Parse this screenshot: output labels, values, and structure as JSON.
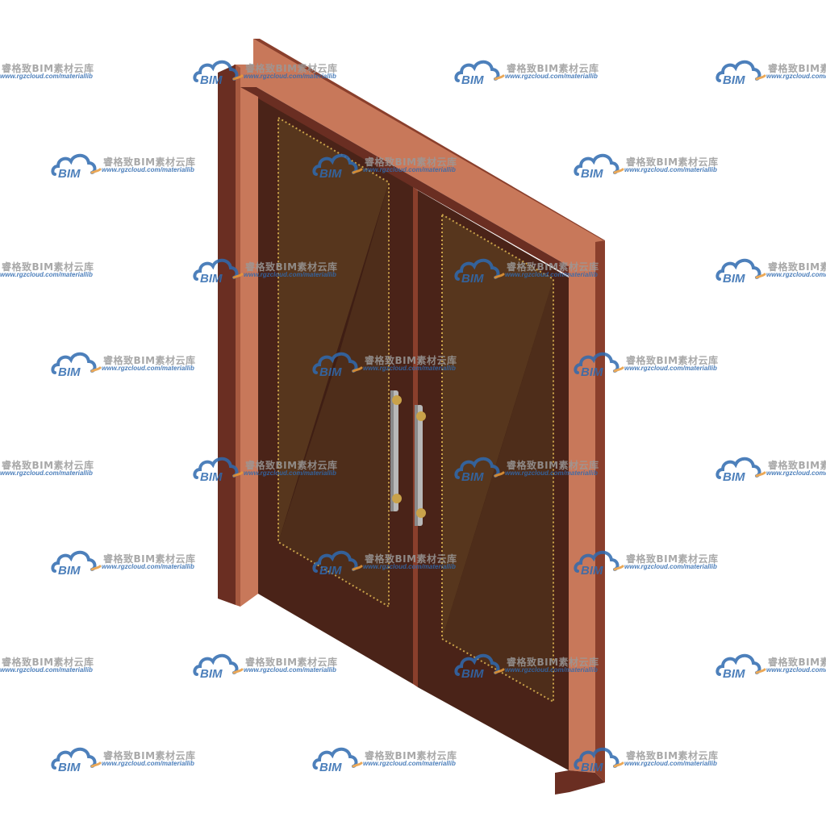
{
  "watermark": {
    "cloud_text": "BIM",
    "brand": "睿格致BIM素材云库",
    "url": "www.rgzcloud.com/materiallib"
  },
  "colors": {
    "frame_light": "#c8785a",
    "frame_mid": "#a86048",
    "frame_dark": "#6a2e22",
    "leaf": "#4a2318",
    "glass": "#6b4a24",
    "bead": "#c9a24a",
    "handle": "#b8b8b8",
    "handle_mount": "#c9a24a",
    "wm_blue": "#2f6ab0",
    "wm_orange": "#e89a3a"
  }
}
